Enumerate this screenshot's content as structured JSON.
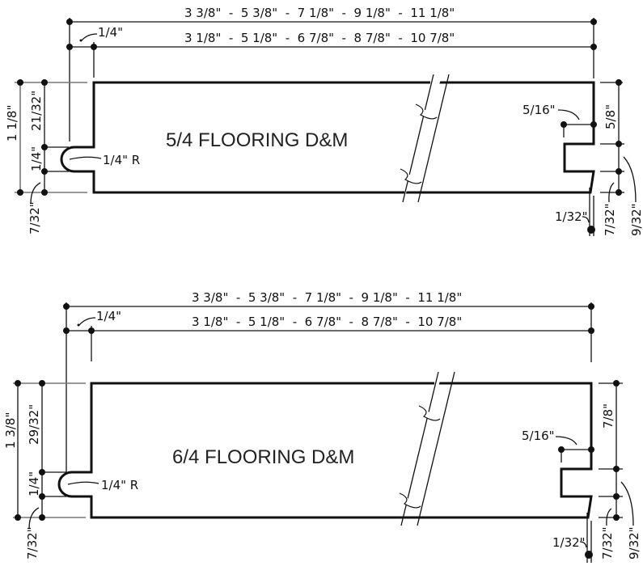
{
  "drawings": [
    {
      "title": "5/4 FLOORING D&M",
      "widths_nominal": "3 3/8\"  -  5 3/8\"  -  7 1/8\"  -  9 1/8\"  -  11 1/8\"",
      "widths_face": "3 1/8\"  -  5 1/8\"  -  6 7/8\"  -  8 7/8\"  -  10 7/8\"",
      "tongue_offset": "1/4\"",
      "overall_thickness": "1 1/8\"",
      "top_to_groove": "21/32\"",
      "groove_height": "1/4\"",
      "bottom_relief": "7/32\"",
      "groove_radius": "1/4\" R",
      "tongue_depth": "5/16\"",
      "top_to_tongue": "5/8\"",
      "tongue_bottom_relief": "7/32\"",
      "tongue_bottom_overall": "9/32\"",
      "back_bevel": "1/32\""
    },
    {
      "title": "6/4 FLOORING D&M",
      "widths_nominal": "3 3/8\"  -  5 3/8\"  -  7 1/8\"  -  9 1/8\"  -  11 1/8\"",
      "widths_face": "3 1/8\"  -  5 1/8\"  -  6 7/8\"  -  8 7/8\"  -  10 7/8\"",
      "tongue_offset": "1/4\"",
      "overall_thickness": "1 3/8\"",
      "top_to_groove": "29/32\"",
      "groove_height": "1/4\"",
      "bottom_relief": "7/32\"",
      "groove_radius": "1/4\" R",
      "tongue_depth": "5/16\"",
      "top_to_tongue": "7/8\"",
      "tongue_bottom_relief": "7/32\"",
      "tongue_bottom_overall": "9/32\"",
      "back_bevel": "1/32\""
    }
  ]
}
